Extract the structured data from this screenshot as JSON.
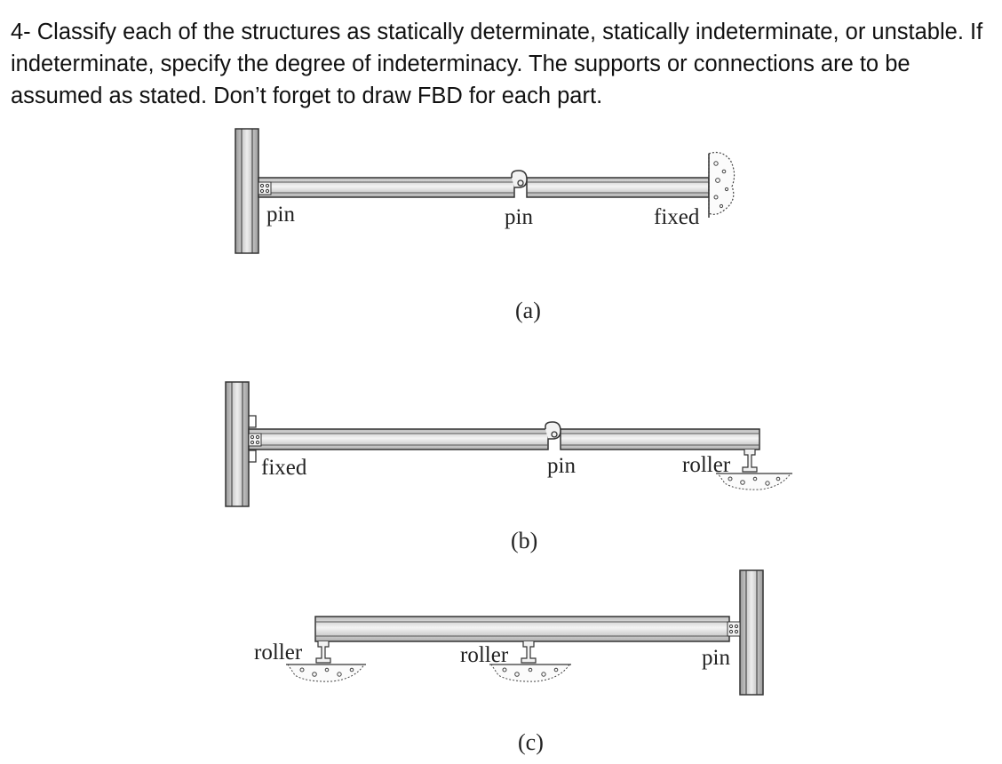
{
  "question": "4- Classify each of the structures as statically determinate, statically indeterminate, or unstable. If indeterminate, specify the degree of indeterminacy. The supports or connections are to be assumed as stated. Don’t forget to draw FBD for each part.",
  "figures": {
    "a": {
      "caption": "(a)",
      "left_support": "pin",
      "middle_connection": "pin",
      "right_support": "fixed"
    },
    "b": {
      "caption": "(b)",
      "left_support": "fixed",
      "middle_connection": "pin",
      "right_support": "roller"
    },
    "c": {
      "caption": "(c)",
      "left_support": "roller",
      "middle_support": "roller",
      "right_support": "pin"
    }
  },
  "colors": {
    "beam_fill": "#e2e2e2",
    "beam_edge": "#333333",
    "ground": "#444444"
  }
}
